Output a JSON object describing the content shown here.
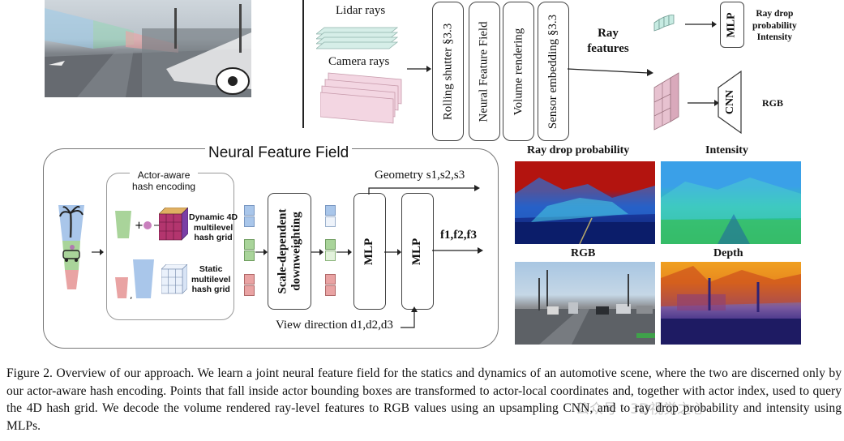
{
  "top": {
    "lidar_rays": "Lidar rays",
    "camera_rays": "Camera rays",
    "stages": [
      "Rolling shutter §3.3",
      "Neural Feature Field",
      "Volume rendering",
      "Sensor embedding §3.3"
    ],
    "ray_features": "Ray features",
    "mlp": "MLP",
    "cnn": "CNN",
    "mlp_outputs": [
      "Ray drop",
      "probability",
      "Intensity"
    ],
    "cnn_output": "RGB"
  },
  "nff": {
    "title": "Neural Feature Field",
    "hash_title": [
      "Actor-aware",
      "hash encoding"
    ],
    "dynamic_label": [
      "Dynamic 4D",
      "multilevel",
      "hash grid"
    ],
    "static_label": [
      "Static",
      "multilevel",
      "hash grid"
    ],
    "downweight": [
      "Scale-dependent",
      "downweighting"
    ],
    "mlp1": "MLP",
    "mlp2": "MLP",
    "geometry_label": "Geometry s1,s2,s3",
    "features_label": "f1,f2,f3",
    "view_direction": "View direction d1,d2,d3"
  },
  "outputs": {
    "ray_drop_title": "Ray drop probability",
    "intensity_title": "Intensity",
    "rgb_title": "RGB",
    "depth_title": "Depth"
  },
  "caption": "Figure 2.  Overview of our approach.  We learn a joint neural feature field for the statics and dynamics of an automotive scene, where the two are discerned only by our actor-aware hash encoding. Points that fall inside actor bounding boxes are transformed to actor-local coordinates and, together with actor index, used to query the 4D hash grid.  We decode the volume rendered ray-level features to RGB values using an upsampling CNN, and to ray drop probability and intensity using MLPs.",
  "watermark": "公众号 · 3D视觉之心",
  "colors": {
    "green": "#a9d49a",
    "red": "#e9a3a3",
    "blue": "#a9c6ea",
    "pink": "#e7c5d2",
    "teal": "#bfe3dc"
  }
}
